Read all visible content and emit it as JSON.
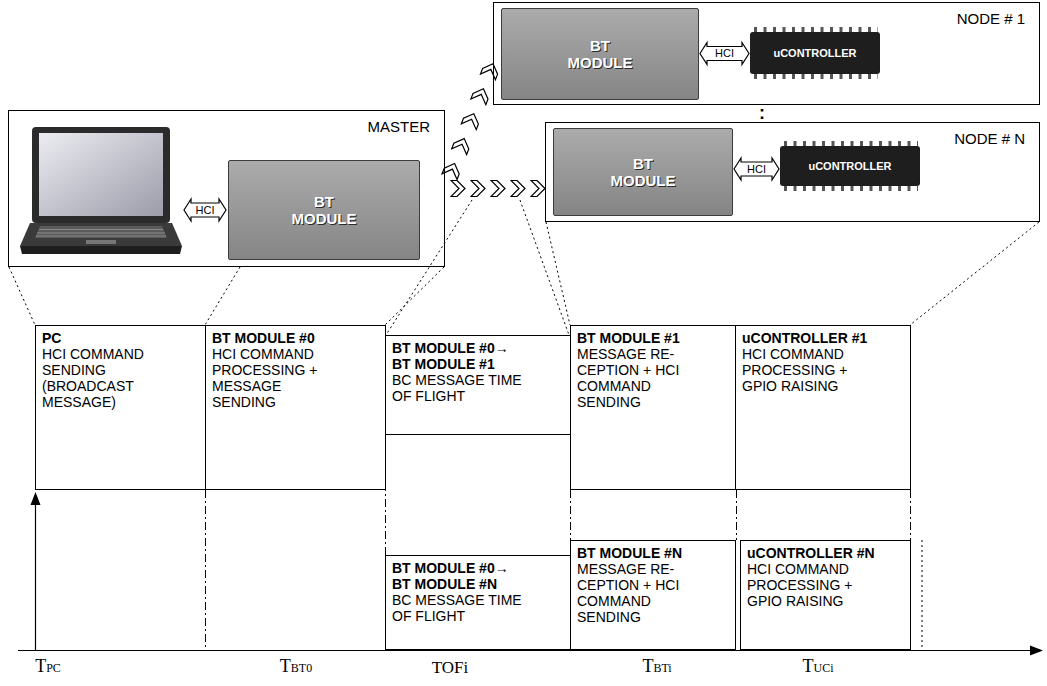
{
  "diagram": {
    "nodes": [
      {
        "text": [
          "MASTER"
        ]
      },
      {
        "text": [
          "BT MODULE"
        ],
        "in": 0
      },
      {
        "text": [
          "NODE # 1"
        ]
      },
      {
        "text": [
          "BT MODULE"
        ],
        "in": 2
      },
      {
        "text": [
          "uCONTROLLER"
        ],
        "in": 2
      },
      {
        "text": [
          "NODE # N"
        ]
      },
      {
        "text": [
          "BT MODULE"
        ],
        "in": 5
      },
      {
        "text": [
          "uCONTROLLER"
        ],
        "in": 5
      },
      {
        "text": [
          "PC",
          "HCI COMMAND SENDING (BROADCAST MESSAGE)"
        ]
      },
      {
        "text": [
          "BT MODULE #0",
          "HCI COMMAND PROCESSING + MESSAGE SENDING"
        ]
      },
      {
        "text": [
          "BT MODULE #0→ BT MODULE #1",
          "BC MESSAGE TIME OF FLIGHT"
        ]
      },
      {
        "text": [
          "BT MODULE #1",
          "MESSAGE RE- CEPTION + HCI COMMAND SENDING"
        ]
      },
      {
        "text": [
          "uCONTROLLER #1",
          "HCI COMMAND PROCESSING + GPIO RAISING"
        ]
      },
      {
        "text": [
          "BT MODULE #0→ BT MODULE #N",
          "BC MESSAGE TIME OF FLIGHT"
        ]
      },
      {
        "text": [
          "BT MODULE #N",
          "MESSAGE RE- CEPTION + HCI COMMAND SENDING"
        ]
      },
      {
        "text": [
          "uCONTROLLER #N",
          "HCI COMMAND PROCESSING + GPIO RAISING"
        ]
      }
    ],
    "edges": [
      {
        "from": 0,
        "to": 2,
        "arrow": "to"
      },
      {
        "from": 0,
        "to": 5,
        "arrow": "to"
      },
      {
        "from": 3,
        "to": 4,
        "label": "HCI",
        "arrow": "both"
      },
      {
        "from": 6,
        "to": 7,
        "label": "HCI",
        "arrow": "both"
      }
    ],
    "labels": [
      "HCI",
      ":",
      "TPC",
      "TBT0",
      "TOFi",
      "TBTi",
      "TUCi"
    ]
  }
}
